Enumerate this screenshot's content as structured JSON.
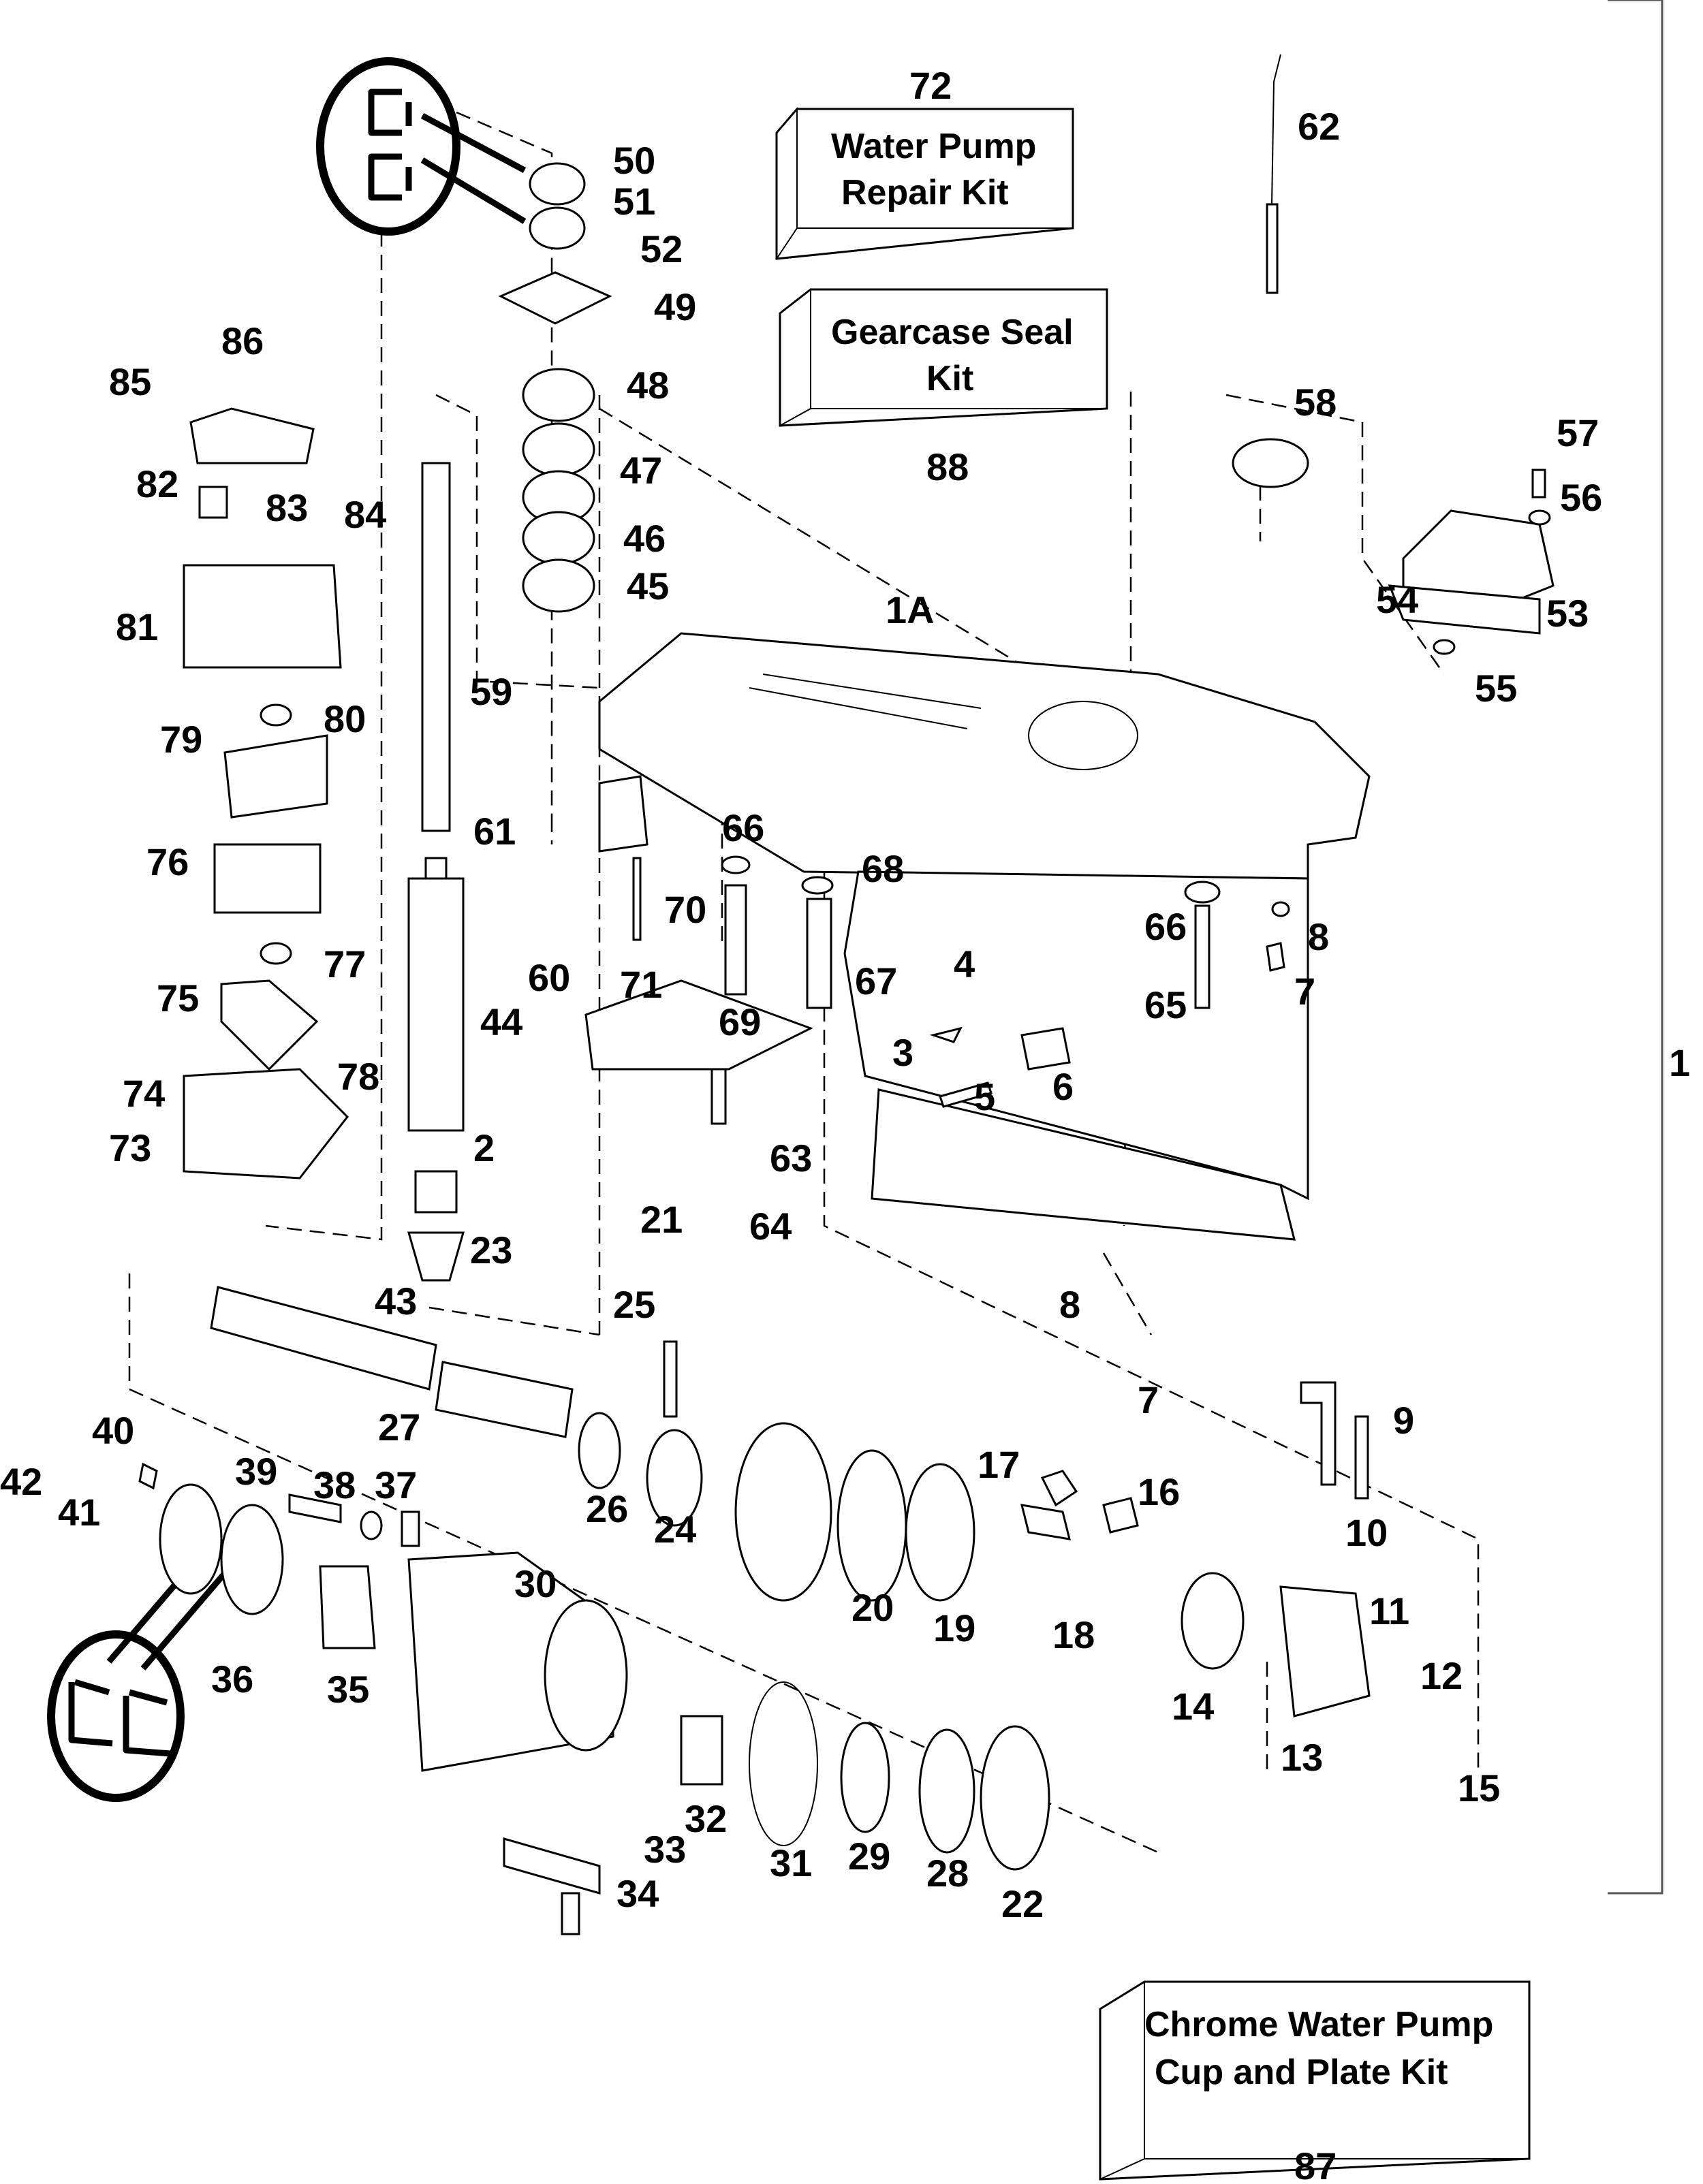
{
  "diagram": {
    "title": "Gearcase exploded parts diagram",
    "assembly_label": "1",
    "callouts": [
      {
        "id": "1A",
        "name": "gearcase-housing"
      },
      {
        "id": "2"
      },
      {
        "id": "3"
      },
      {
        "id": "4"
      },
      {
        "id": "5"
      },
      {
        "id": "6"
      },
      {
        "id": "7"
      },
      {
        "id": "7b",
        "text": "7"
      },
      {
        "id": "8"
      },
      {
        "id": "8b",
        "text": "8"
      },
      {
        "id": "9"
      },
      {
        "id": "10"
      },
      {
        "id": "11"
      },
      {
        "id": "12"
      },
      {
        "id": "13"
      },
      {
        "id": "14"
      },
      {
        "id": "15"
      },
      {
        "id": "16"
      },
      {
        "id": "17"
      },
      {
        "id": "18"
      },
      {
        "id": "19"
      },
      {
        "id": "20"
      },
      {
        "id": "21"
      },
      {
        "id": "22"
      },
      {
        "id": "23"
      },
      {
        "id": "24"
      },
      {
        "id": "25"
      },
      {
        "id": "26"
      },
      {
        "id": "27"
      },
      {
        "id": "28"
      },
      {
        "id": "29"
      },
      {
        "id": "30"
      },
      {
        "id": "31"
      },
      {
        "id": "32"
      },
      {
        "id": "33"
      },
      {
        "id": "34"
      },
      {
        "id": "35"
      },
      {
        "id": "36"
      },
      {
        "id": "37"
      },
      {
        "id": "38"
      },
      {
        "id": "39"
      },
      {
        "id": "40"
      },
      {
        "id": "41"
      },
      {
        "id": "42"
      },
      {
        "id": "43"
      },
      {
        "id": "44"
      },
      {
        "id": "45"
      },
      {
        "id": "46"
      },
      {
        "id": "47"
      },
      {
        "id": "48"
      },
      {
        "id": "49"
      },
      {
        "id": "50"
      },
      {
        "id": "51"
      },
      {
        "id": "52"
      },
      {
        "id": "53"
      },
      {
        "id": "54"
      },
      {
        "id": "55"
      },
      {
        "id": "56"
      },
      {
        "id": "57"
      },
      {
        "id": "58"
      },
      {
        "id": "59"
      },
      {
        "id": "60"
      },
      {
        "id": "61"
      },
      {
        "id": "62"
      },
      {
        "id": "63"
      },
      {
        "id": "64"
      },
      {
        "id": "65"
      },
      {
        "id": "66"
      },
      {
        "id": "66b",
        "text": "66"
      },
      {
        "id": "67"
      },
      {
        "id": "68"
      },
      {
        "id": "69"
      },
      {
        "id": "70"
      },
      {
        "id": "71"
      },
      {
        "id": "73"
      },
      {
        "id": "74"
      },
      {
        "id": "75"
      },
      {
        "id": "76"
      },
      {
        "id": "77"
      },
      {
        "id": "78"
      },
      {
        "id": "79"
      },
      {
        "id": "80"
      },
      {
        "id": "81"
      },
      {
        "id": "82"
      },
      {
        "id": "83"
      },
      {
        "id": "84"
      },
      {
        "id": "85"
      },
      {
        "id": "86"
      }
    ]
  },
  "kits": {
    "water_pump_repair": {
      "number": "72",
      "line1": "Water Pump",
      "line2": "Repair Kit"
    },
    "gearcase_seal": {
      "number": "88",
      "line1": "Gearcase Seal",
      "line2": "Kit"
    },
    "chrome_water_pump": {
      "number": "87",
      "line1": "Chrome Water Pump",
      "line2": "Cup and Plate Kit"
    }
  }
}
